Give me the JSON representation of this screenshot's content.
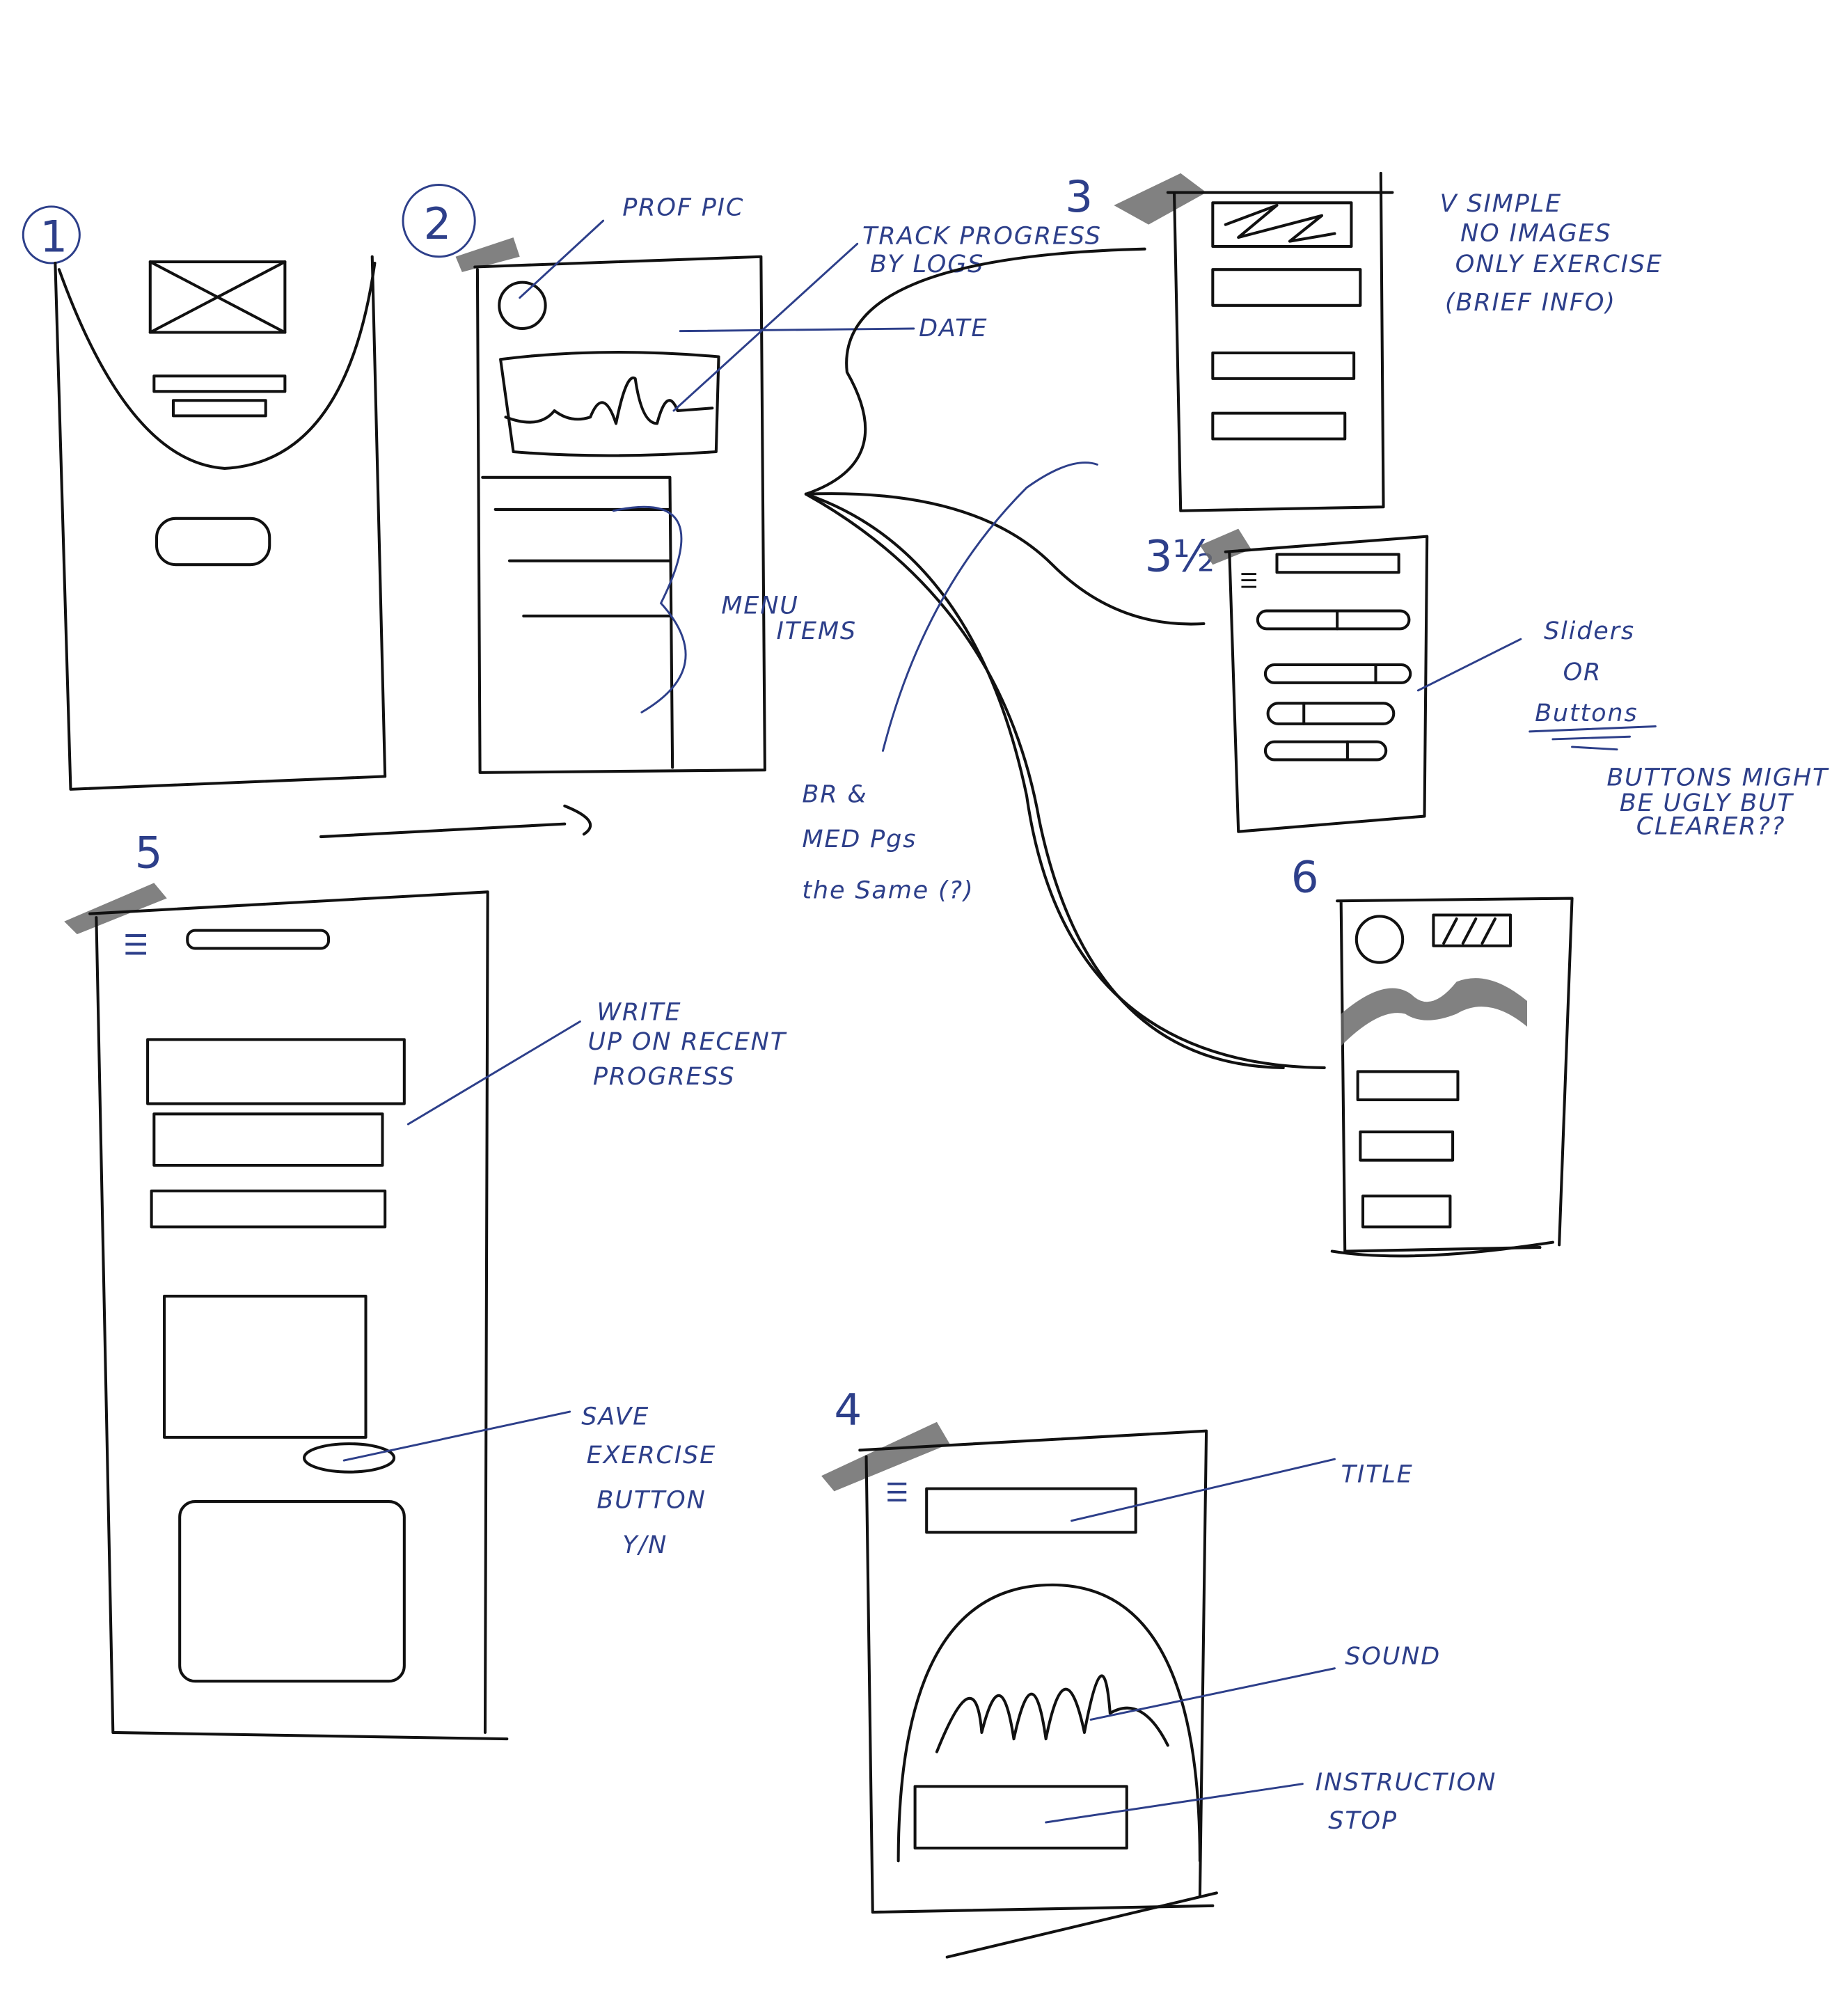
{
  "screens": {
    "s1": {
      "number": "1"
    },
    "s2": {
      "number": "2"
    },
    "s3": {
      "number": "3"
    },
    "s3half": {
      "number": "3½"
    },
    "s4": {
      "number": "4"
    },
    "s5": {
      "number": "5"
    },
    "s6": {
      "number": "6"
    }
  },
  "notes": {
    "prof_pic": "PROF PIC",
    "track_progress": [
      "TRACK PROGRESS",
      "BY LOGS"
    ],
    "date": "DATE",
    "menu_items": [
      "MENU",
      "ITEMS"
    ],
    "br_med": [
      "BR &",
      "MED Pgs",
      "the Same (?)"
    ],
    "v_simple": [
      "V SIMPLE",
      "NO IMAGES",
      "ONLY EXERCISE",
      "(BRIEF INFO)"
    ],
    "sliders": [
      "Sliders",
      "OR",
      "Buttons"
    ],
    "buttons_ugly": [
      "BUTTONS MIGHT",
      "BE UGLY BUT",
      "CLEARER??"
    ],
    "write_up": [
      "WRITE",
      "UP ON RECENT",
      "PROGRESS"
    ],
    "save_exercise": [
      "SAVE",
      "EXERCISE",
      "BUTTON",
      "Y/N"
    ],
    "title": "TITLE",
    "sound": "SOUND",
    "instruction": [
      "INSTRUCTION",
      "STOP"
    ]
  },
  "colors": {
    "ink": "#111111",
    "annotation": "#2d3f8a",
    "smudge": "#6b6b6b"
  }
}
